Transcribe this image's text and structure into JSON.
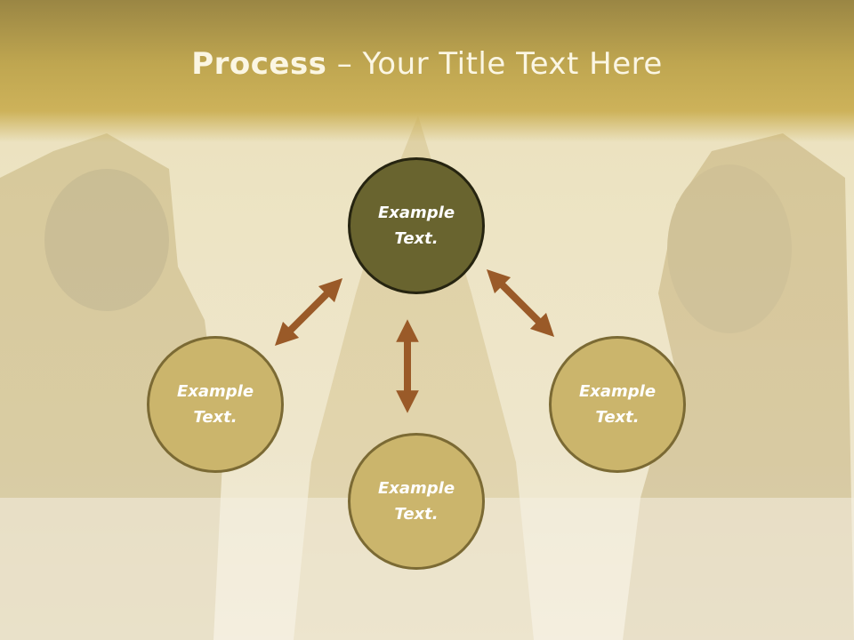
{
  "slide": {
    "title_bold": "Process",
    "title_rest": " – Your Title Text Here"
  },
  "diagram": {
    "nodes": [
      {
        "id": "top",
        "label": "Example\nText.",
        "style": "dark"
      },
      {
        "id": "left",
        "label": "Example\nText.",
        "style": "gold"
      },
      {
        "id": "right",
        "label": "Example\nText.",
        "style": "gold"
      },
      {
        "id": "bottom",
        "label": "Example\nText.",
        "style": "gold"
      }
    ],
    "arrows": [
      {
        "from": "top",
        "to": "left",
        "kind": "double"
      },
      {
        "from": "top",
        "to": "right",
        "kind": "double"
      },
      {
        "from": "top",
        "to": "bottom",
        "kind": "double"
      }
    ]
  },
  "colors": {
    "header": "#c4ab55",
    "circle_fill_gold": "#cbb56c",
    "circle_fill_dark": "#69642f",
    "arrow": "#9a5a28",
    "title_text": "#fbf6e3"
  }
}
